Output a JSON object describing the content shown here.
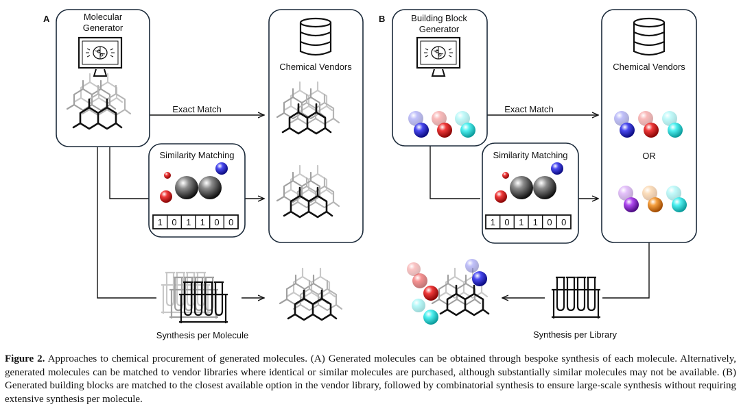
{
  "panel_a": {
    "letter": "A",
    "generator_title": [
      "Molecular",
      "Generator"
    ],
    "vendors_title": "Chemical Vendors",
    "exact_match": "Exact Match",
    "similarity_title": "Similarity Matching",
    "fingerprint_bits": [
      "1",
      "0",
      "1",
      "1",
      "0",
      "0"
    ],
    "synthesis_label": "Synthesis per Molecule"
  },
  "panel_b": {
    "letter": "B",
    "generator_title": [
      "Building Block",
      "Generator"
    ],
    "vendors_title": "Chemical Vendors",
    "exact_match": "Exact Match",
    "similarity_title": "Similarity Matching",
    "fingerprint_bits": [
      "1",
      "0",
      "1",
      "1",
      "0",
      "0"
    ],
    "or_label": "OR",
    "synthesis_label": "Synthesis per Library"
  },
  "colors": {
    "blue": "#2a2ad8",
    "red": "#e01a1a",
    "cyan": "#2fe0e0",
    "purple": "#9a2be0",
    "orange": "#f08a1c",
    "gray_sphere": "#222222",
    "box_stroke": "#1b2a3a"
  },
  "caption": {
    "label": "Figure 2.",
    "text": " Approaches to chemical procurement of generated molecules. (A) Generated molecules can be obtained through bespoke synthesis of each molecule. Alternatively, generated molecules can be matched to vendor libraries where identical or similar molecules are purchased, although substantially similar molecules may not be available. (B) Generated building blocks are matched to the closest available option in the vendor library, followed by combinatorial synthesis to ensure large-scale synthesis without requiring extensive synthesis per molecule."
  }
}
